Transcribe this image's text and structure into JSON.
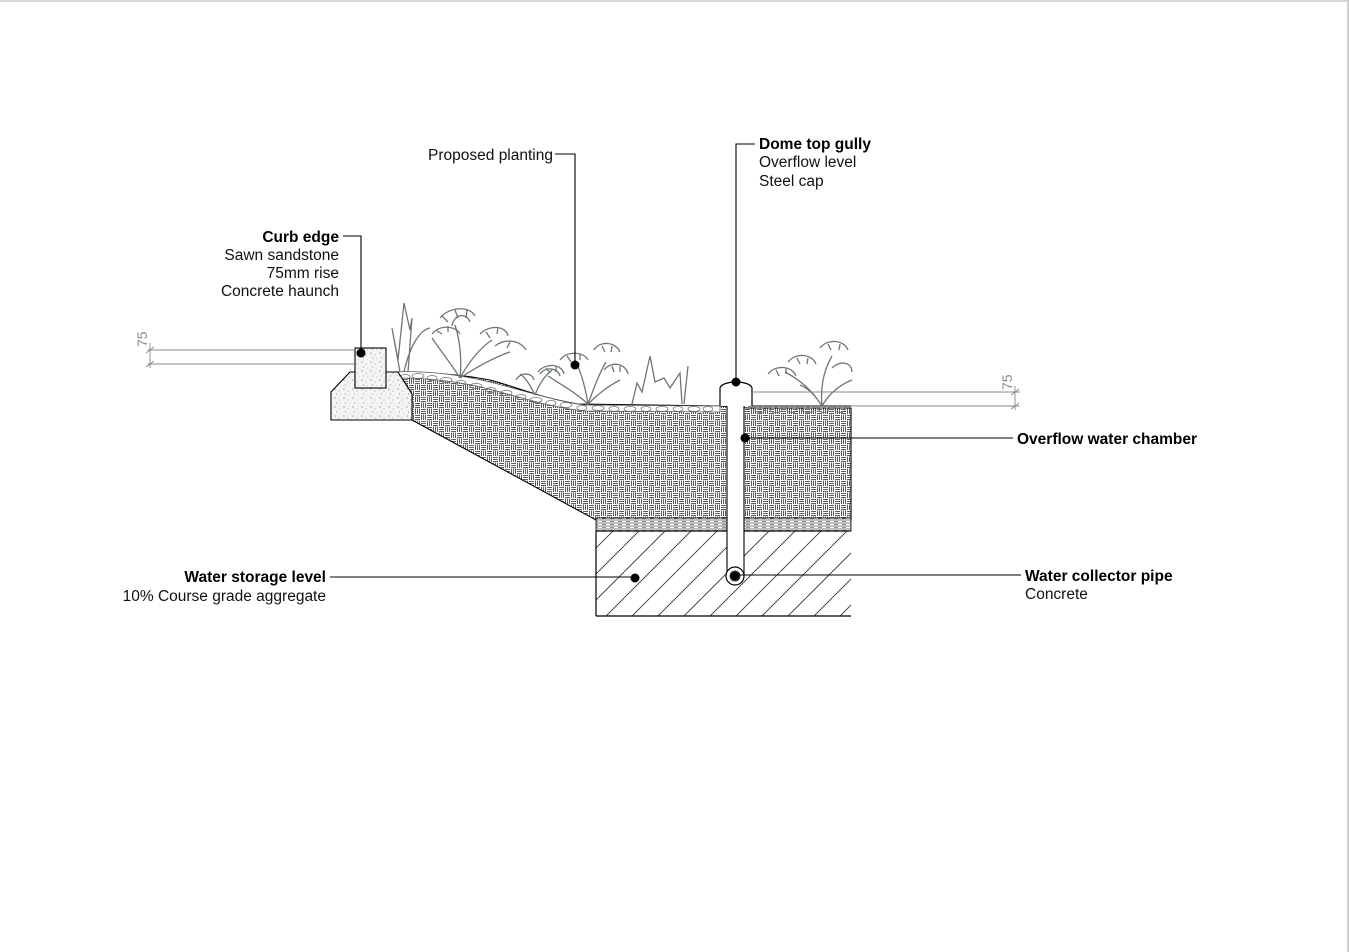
{
  "dimensions": {
    "left_rise": "75",
    "right_rise": "75"
  },
  "callouts": {
    "curb_edge": {
      "title": "Curb edge",
      "lines": [
        "Sawn sandstone",
        "75mm rise",
        "Concrete haunch"
      ]
    },
    "proposed_planting": {
      "title": "Proposed planting"
    },
    "dome_top_gully": {
      "title": "Dome top gully",
      "lines": [
        "Overflow level",
        "Steel cap"
      ]
    },
    "overflow_water_chamber": {
      "title": "Overflow water chamber"
    },
    "water_storage_level": {
      "title": "Water storage level",
      "lines": [
        "10% Course grade aggregate"
      ]
    },
    "water_collector_pipe": {
      "title": "Water collector pipe",
      "lines": [
        "Concrete"
      ]
    }
  },
  "colors": {
    "line": "#000000",
    "plants": "#6f7672",
    "dimension": "#8a8a8a",
    "sheet": "#ffffff"
  }
}
